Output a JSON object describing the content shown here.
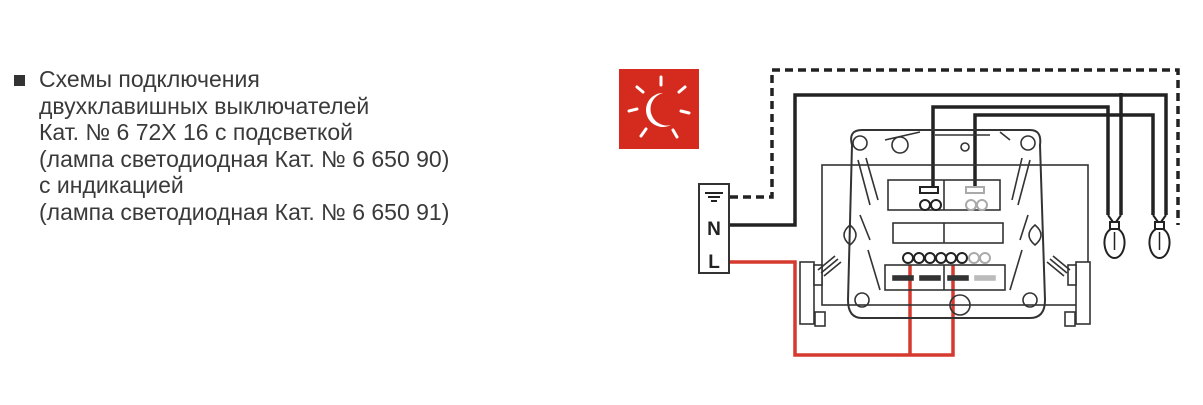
{
  "caption": {
    "bullet": "square-bullet",
    "lines": [
      "Схемы подключения",
      "двухклавишных выключателей",
      "Кат. № 6 72X 16 с подсветкой",
      "(лампа светодиодная Кат. № 6 650 90)",
      "с индикацией",
      "(лампа светодиодная Кат. № 6 650 91)"
    ]
  },
  "icon": {
    "name": "night-light-icon",
    "color": "#d52b1e"
  },
  "terminal_block": {
    "labels": [
      "⏚",
      "N",
      "L"
    ]
  },
  "colors": {
    "live_wire": "#d63a2f",
    "neutral_wire": "#222222",
    "earth_wire": "#222222",
    "outline": "#333333"
  },
  "lamps": {
    "count": 2
  }
}
